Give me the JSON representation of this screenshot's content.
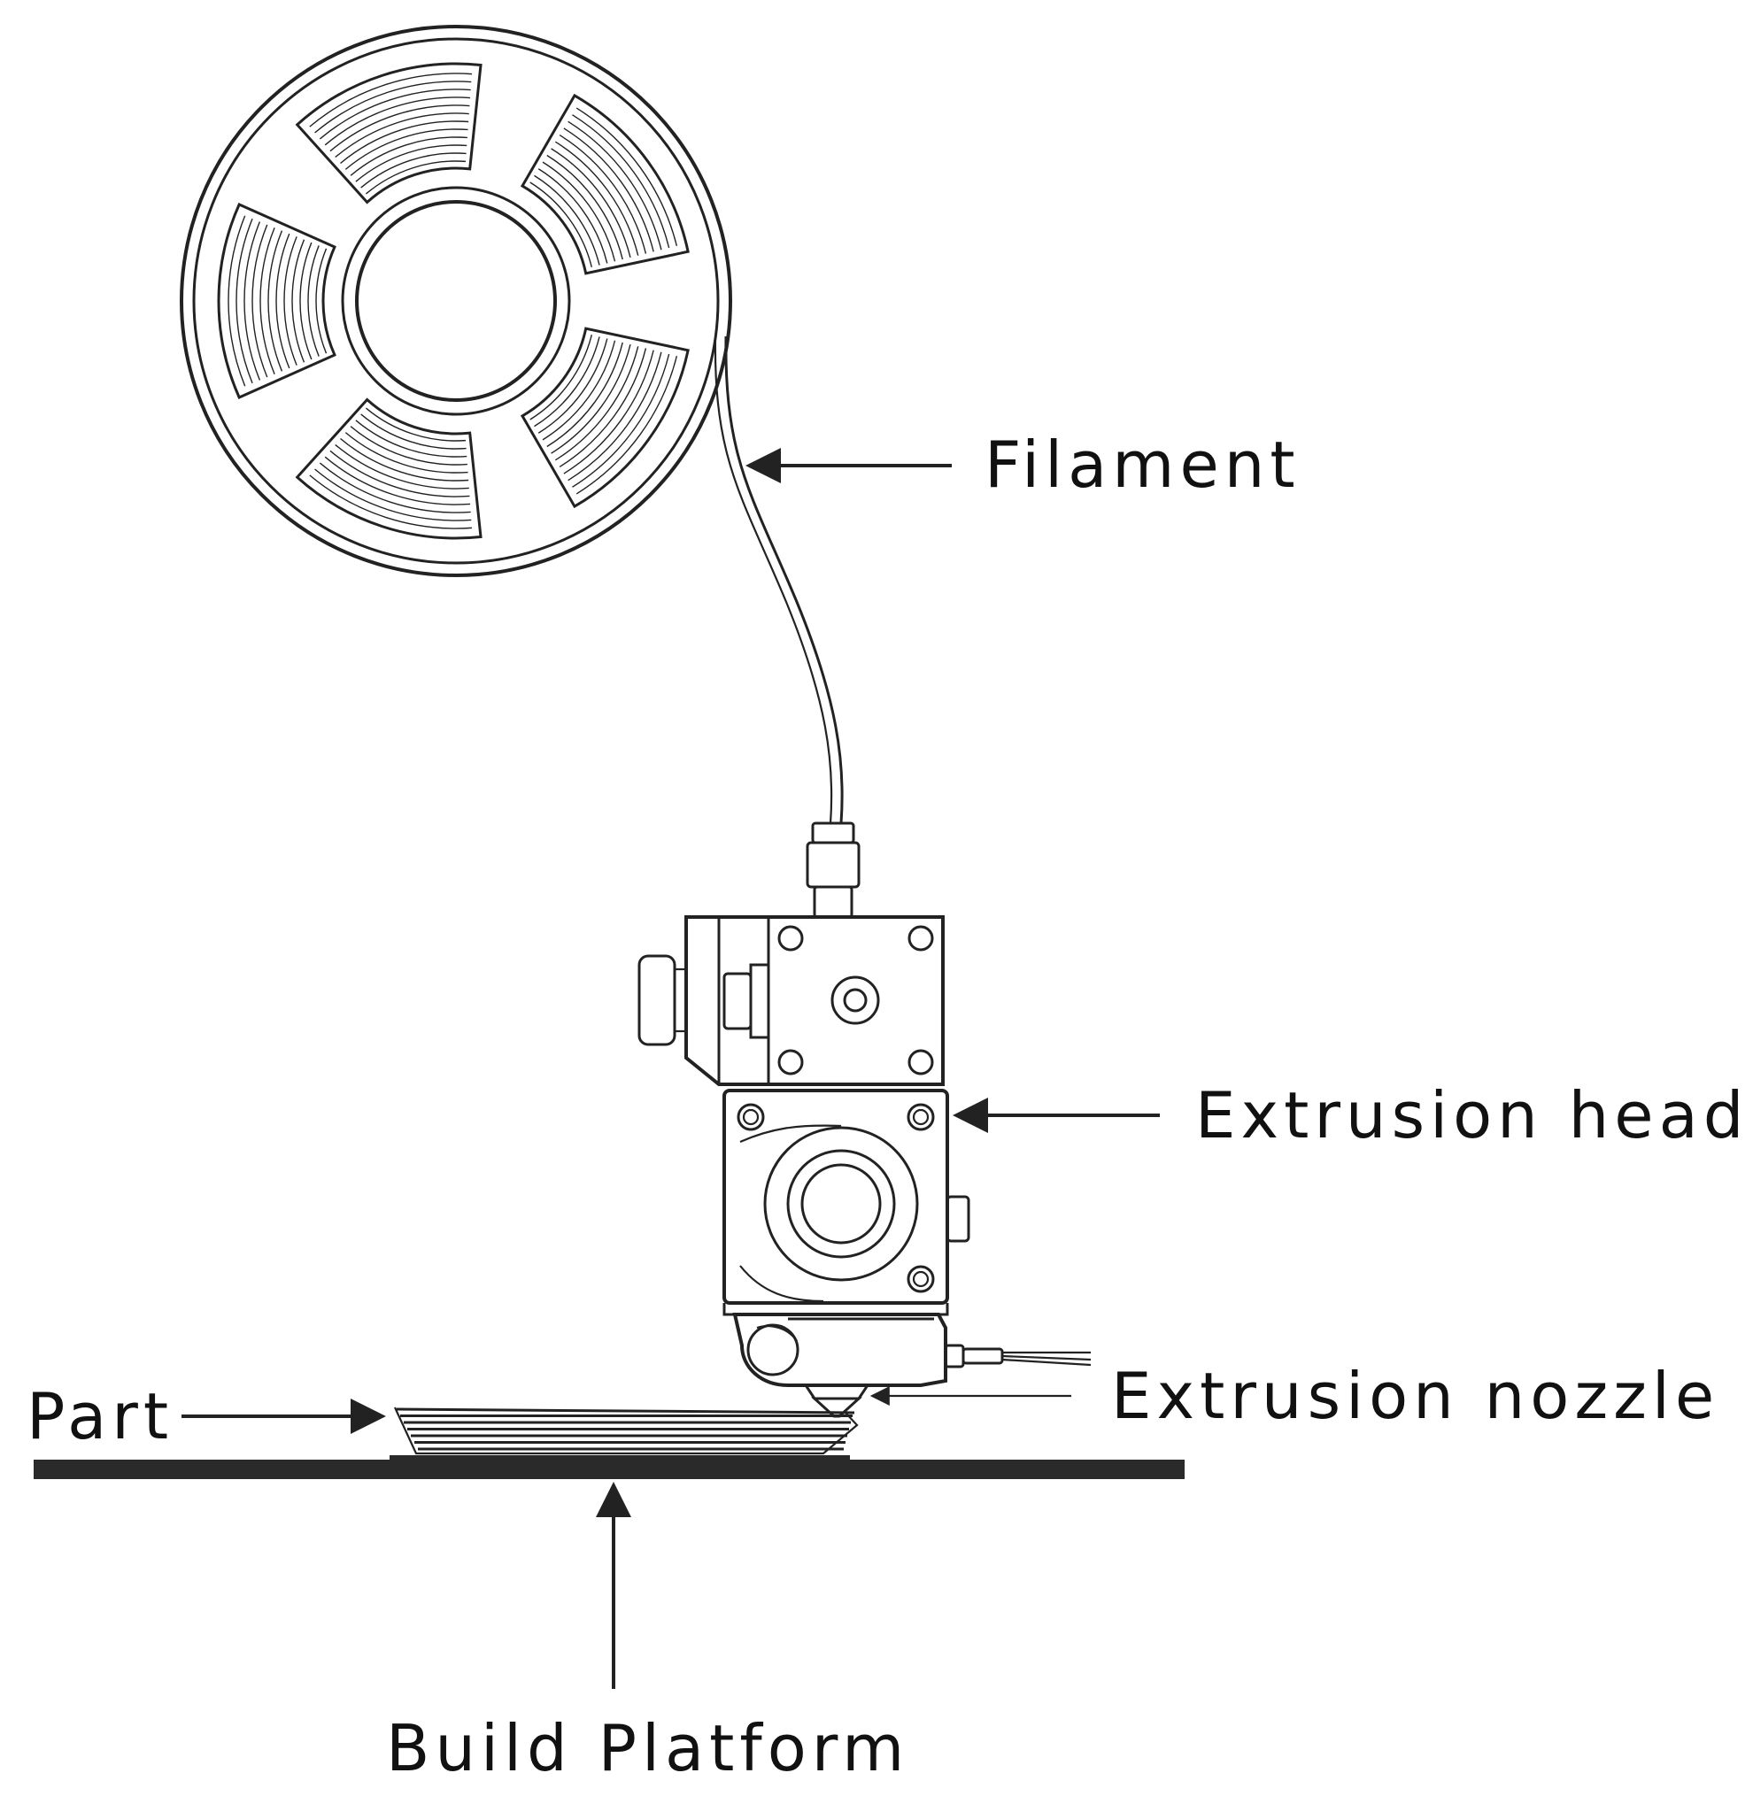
{
  "labels": {
    "filament": "Filament",
    "extrusion_head": "Extrusion head",
    "extrusion_nozzle": "Extrusion nozzle",
    "part": "Part",
    "build_platform": "Build Platform"
  },
  "colors": {
    "ink": "#222222",
    "platform": "#2a2a2a",
    "background": "#ffffff"
  }
}
